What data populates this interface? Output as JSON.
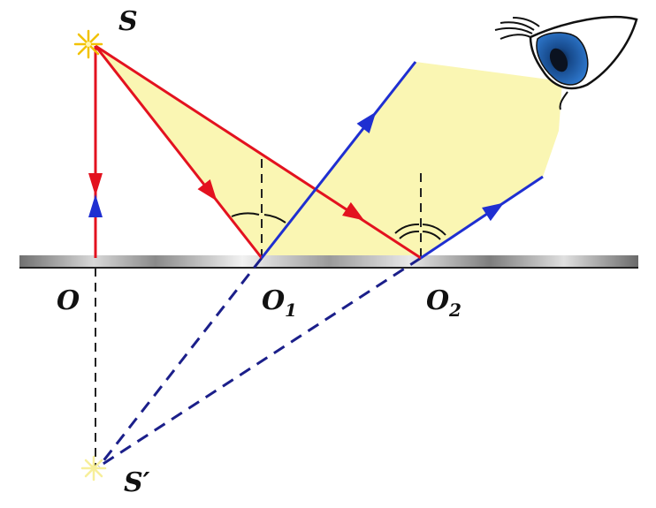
{
  "labels": {
    "S": "S",
    "S_image": "S′",
    "O": "O",
    "O1_main": "O",
    "O1_sub": "1",
    "O2_main": "O",
    "O2_sub": "2"
  },
  "colors": {
    "incident_ray": "#e3121f",
    "reflected_ray": "#1f2fd1",
    "virtual_ray": "#1b1f8a",
    "light_fill": "#faf6b3",
    "mirror_dark": "#5f5f5f",
    "mirror_light": "#f4f4f4",
    "text": "#111111",
    "eye_iris": "#1e5aa8",
    "star": "#f2c200",
    "star_faint": "#f7ef9a"
  },
  "icons": [
    "light-source-star-icon",
    "image-source-star-icon",
    "eye-icon"
  ]
}
